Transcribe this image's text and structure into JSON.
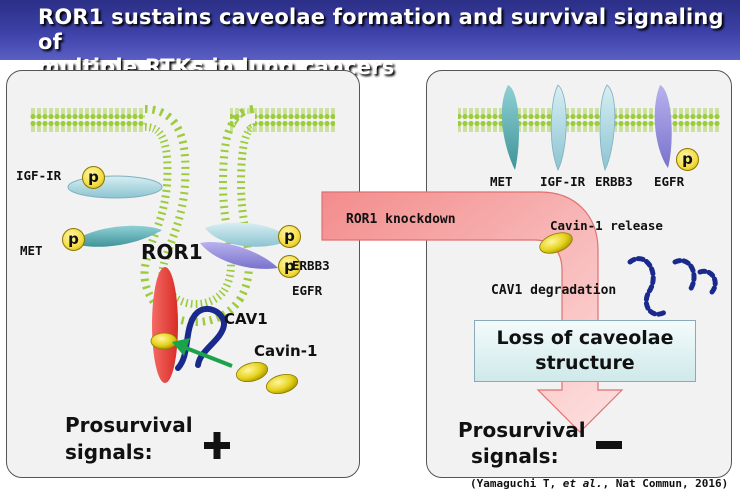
{
  "title": {
    "line1": "ROR1 sustains caveolae formation and survival signaling of",
    "line2": "multiple RTKs in lung cancers"
  },
  "left_panel": {
    "labels": {
      "igf1r": "IGF-IR",
      "met": "MET",
      "ror1": "ROR1",
      "erbb3": "ERBB3",
      "egfr": "EGFR",
      "cav1": "CAV1",
      "cavin1": "Cavin-1"
    },
    "phospho": "p",
    "prosurvival": "Prosurvival",
    "signals": "signals:",
    "sign": "(+)"
  },
  "right_panel": {
    "labels": {
      "met": "MET",
      "igf1r": "IGF-IR",
      "erbb3": "ERBB3",
      "egfr": "EGFR"
    },
    "phospho": "p",
    "prosurvival": "Prosurvival",
    "signals": "signals:",
    "sign": "(−)"
  },
  "arrow": {
    "knockdown": "ROR1 knockdown",
    "cavin_release": "Cavin-1 release",
    "cav1_degradation": "CAV1 degradation"
  },
  "result": {
    "line1": "Loss of caveolae",
    "line2": "structure"
  },
  "citation": {
    "prefix": "(Yamaguchi T, ",
    "italic": "et al.",
    "suffix": ", Nat Commun, 2016)"
  },
  "colors": {
    "title_bar": "#3d41a8",
    "membrane": "#9ccc3c",
    "receptor_blue": "#9fd0dc",
    "receptor_teal": "#4fa3a8",
    "egfr": "#8d86d8",
    "ror1": "#e8413b",
    "cav1": "#1a2a8c",
    "cavin": "#e6d21b",
    "phospho": "#f3dc42",
    "arrow": "#f4a1a1",
    "green_arrow": "#1aa34a"
  }
}
